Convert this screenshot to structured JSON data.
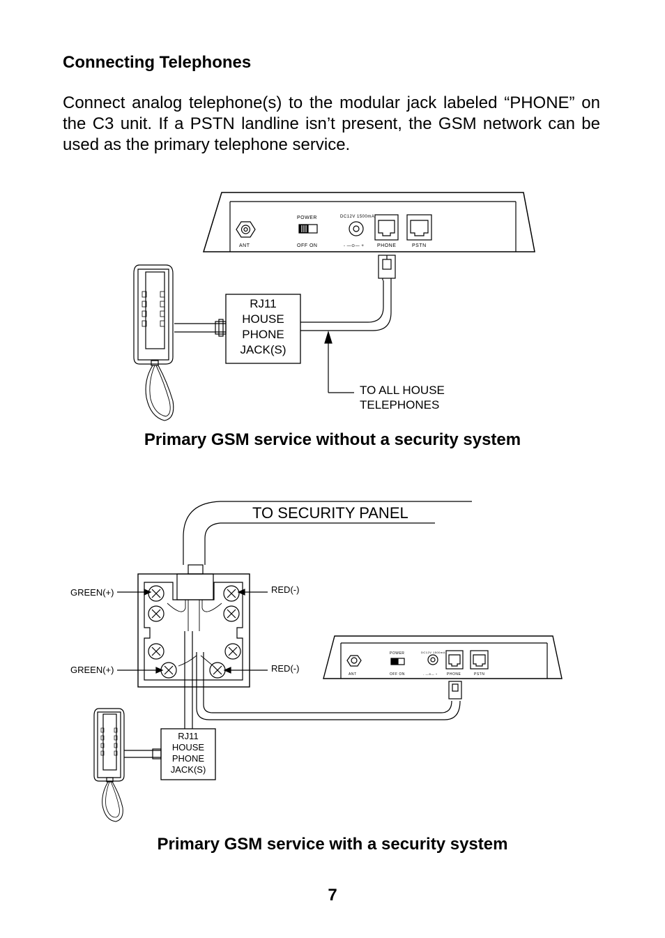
{
  "page": {
    "heading": "Connecting Telephones",
    "intro": "Connect analog telephone(s) to the modular jack labeled “PHONE” on the C3 unit.  If a PSTN landline isn’t present, the GSM network can be used as the primary telephone service.",
    "page_number": "7"
  },
  "diagram1": {
    "caption": "Primary GSM service without a security system",
    "unit": {
      "ant": "ANT",
      "power": "POWER",
      "switch": "OFF ON",
      "dc": "DC12V 1500mA",
      "polarity": "- —⊙— +",
      "phone": "PHONE",
      "pstn": "PSTN"
    },
    "jack_box": [
      "RJ11",
      "HOUSE",
      "PHONE",
      "JACK(S)"
    ],
    "note": [
      "TO ALL HOUSE",
      "TELEPHONES"
    ]
  },
  "diagram2": {
    "caption": "Primary GSM service with a security system",
    "panel_label": "TO SECURITY PANEL",
    "green_top": "GREEN(+)",
    "red_top": "RED(-)",
    "green_bottom": "GREEN(+)",
    "red_bottom": "RED(-)",
    "unit": {
      "ant": "ANT",
      "power": "POWER",
      "switch": "OFF ON",
      "dc": "DC12V 1500mA",
      "polarity": "- —⊙— +",
      "phone": "PHONE",
      "pstn": "PSTN"
    },
    "jack_box": [
      "RJ11",
      "HOUSE",
      "PHONE",
      "JACK(S)"
    ]
  }
}
